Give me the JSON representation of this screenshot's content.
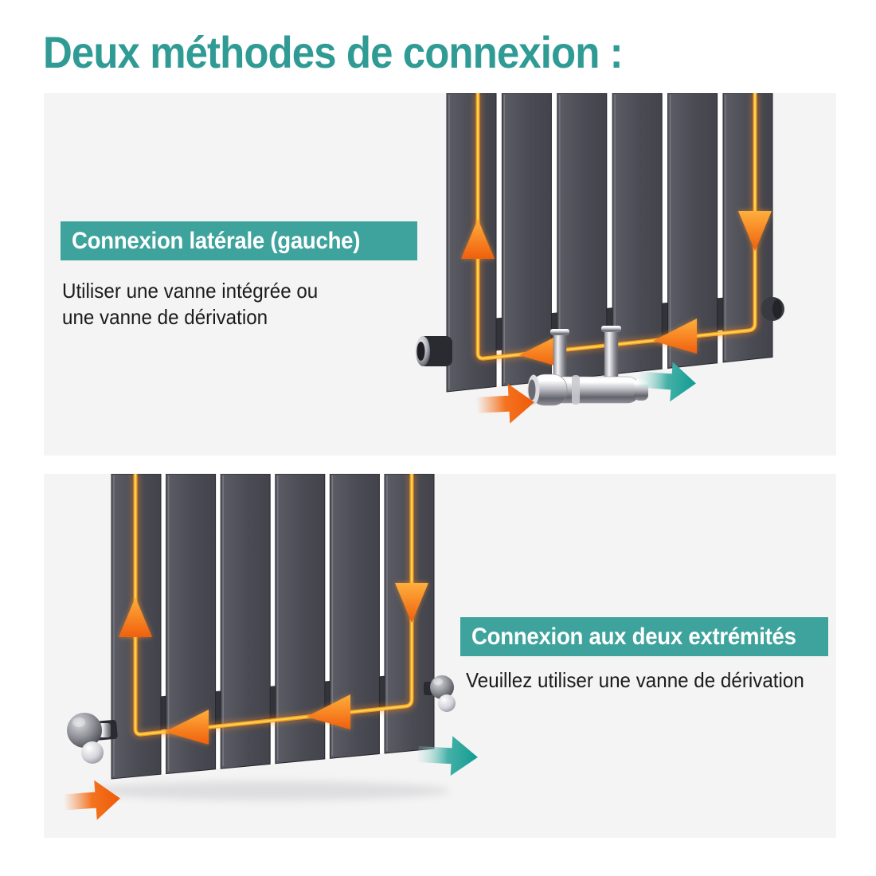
{
  "page": {
    "title": "Deux méthodes de connexion :"
  },
  "colors": {
    "title_teal": "#2f9b94",
    "label_background": "#3da39c",
    "label_text": "#ffffff",
    "body_text": "#1b1b1b",
    "section_background": "#f4f4f4",
    "flow_orange": "#f5731e",
    "flow_line_gold": "#ffd34f",
    "outlet_teal": "#179f94",
    "radiator_panel_gray": "#4f4f58",
    "chrome": "#c9c9d0"
  },
  "icons": {
    "inlet_arrow": "→",
    "outlet_arrow": "→",
    "flow_up_arrow": "↑",
    "flow_down_arrow": "↓",
    "flow_left_arrow": "←",
    "valve": "chrome-valve",
    "radiator": "flat-panel-radiator"
  },
  "sections": [
    {
      "id": "connexion-laterale",
      "label": "Connexion latérale (gauche)",
      "description_lines": [
        "Utiliser une vanne intégrée ou",
        "une vanne de dérivation"
      ]
    },
    {
      "id": "connexion-deux-extremites",
      "label": "Connexion aux deux extrémités",
      "description_lines": [
        "Veuillez utiliser une vanne de dérivation"
      ]
    }
  ]
}
